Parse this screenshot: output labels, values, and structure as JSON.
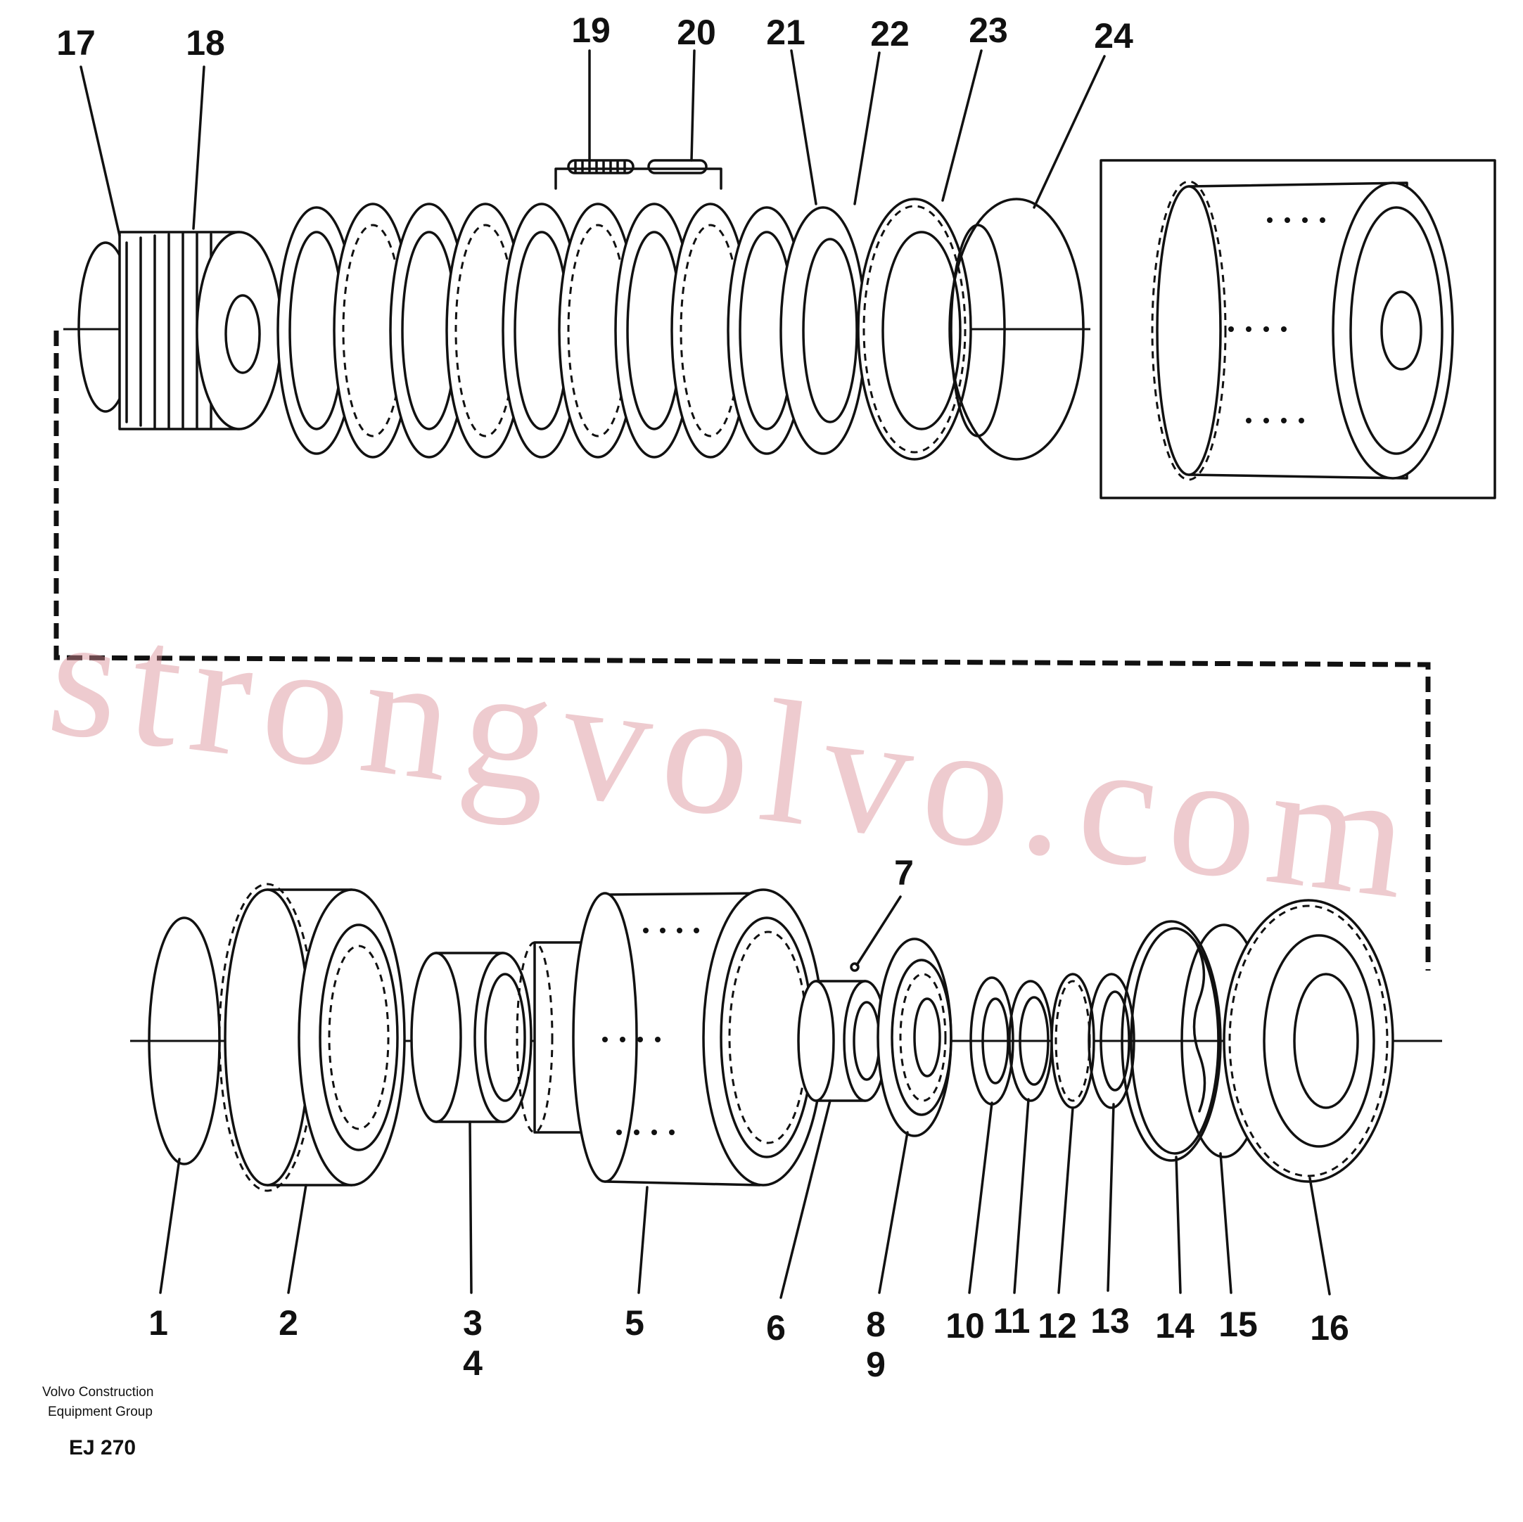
{
  "diagram": {
    "callouts": [
      "1",
      "2",
      "3",
      "4",
      "5",
      "6",
      "7",
      "8",
      "9",
      "10",
      "11",
      "12",
      "13",
      "14",
      "15",
      "16",
      "17",
      "18",
      "19",
      "20",
      "21",
      "22",
      "23",
      "24"
    ],
    "footer": {
      "company_line1": "Volvo Construction",
      "company_line2": "Equipment Group",
      "code": "EJ 270"
    },
    "watermark": "strongvolvo.com"
  }
}
